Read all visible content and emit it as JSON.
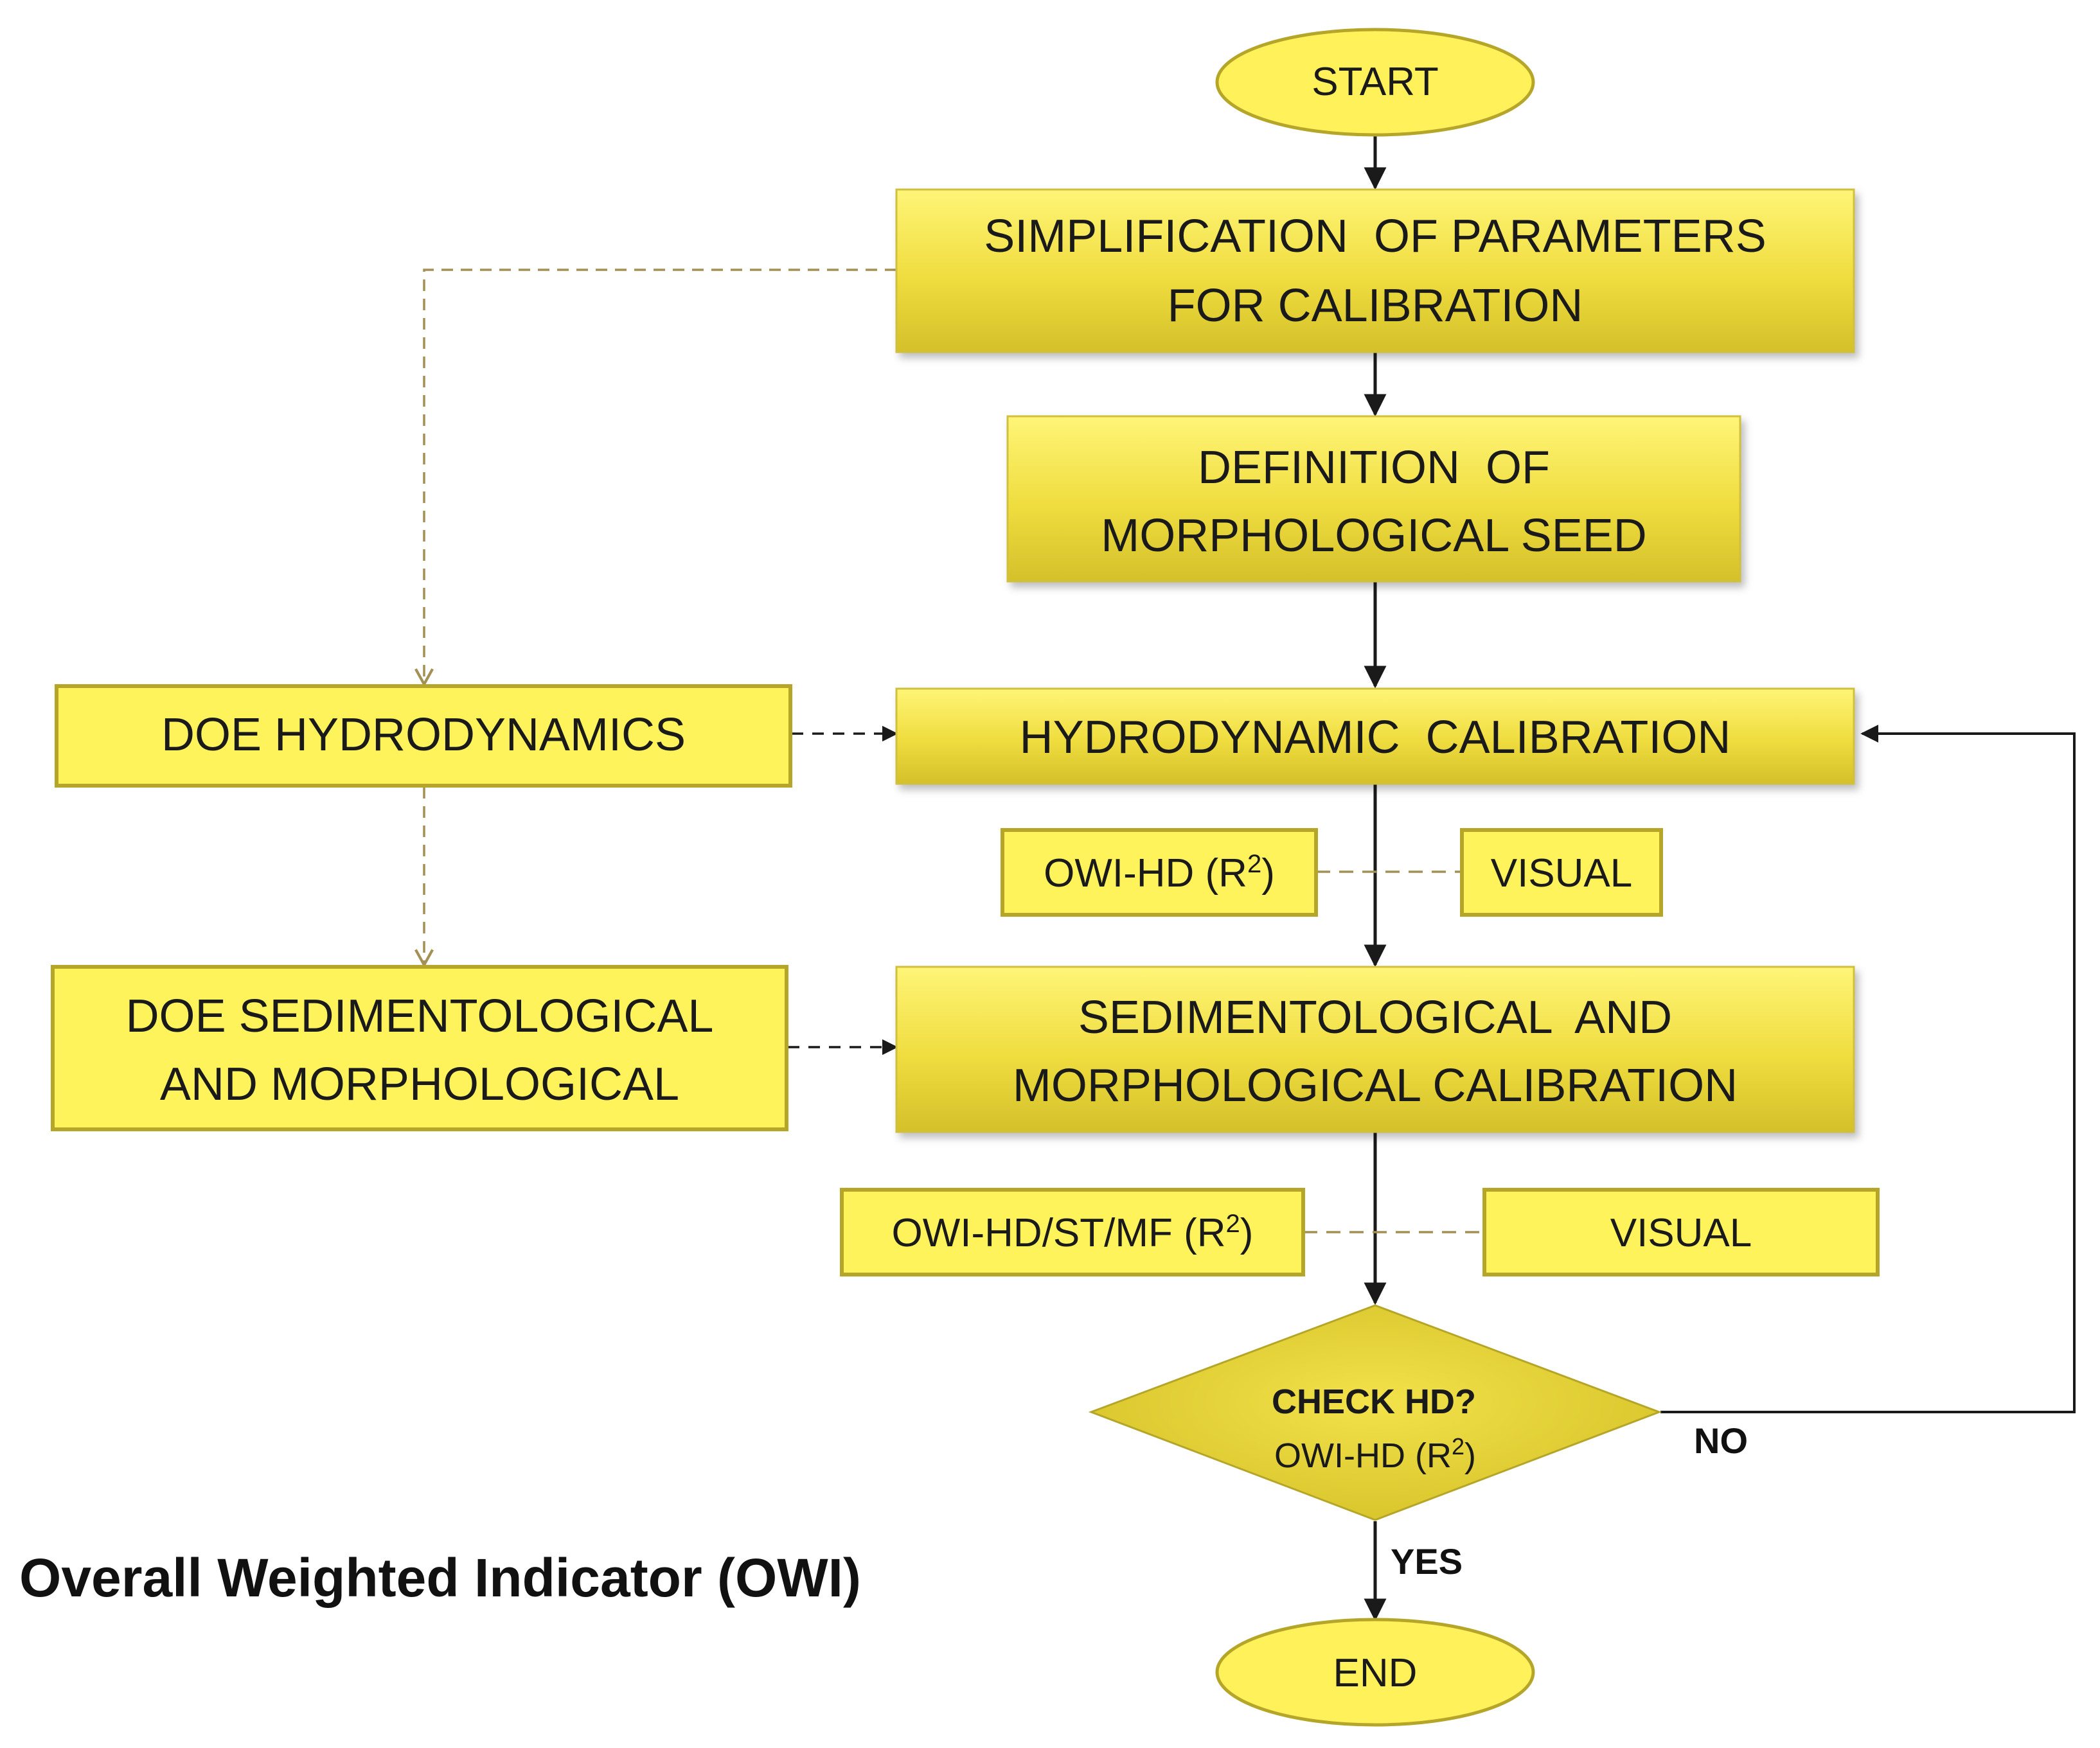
{
  "nodes": {
    "start": "START",
    "simplification": [
      "SIMPLIFICATION  OF PARAMETERS",
      "FOR CALIBRATION"
    ],
    "definition": [
      "DEFINITION  OF",
      "MORPHOLOGICAL SEED"
    ],
    "hydrodynamic": "HYDRODYNAMIC  CALIBRATION",
    "sedimentological": [
      "SEDIMENTOLOGICAL  AND",
      "MORPHOLOGICAL CALIBRATION"
    ],
    "doe_hydro": "DOE HYDRODYNAMICS",
    "doe_sed": [
      "DOE SEDIMENTOLOGICAL",
      "AND MORPHOLOGICAL"
    ],
    "owi_hd": {
      "base": "OWI-HD (R",
      "sup": "2",
      "tail": ")"
    },
    "visual_1": "VISUAL",
    "owi_hd_st_mf": {
      "base": "OWI-HD/ST/MF (R",
      "sup": "2",
      "tail": ")"
    },
    "visual_2": "VISUAL",
    "check": {
      "title": "CHECK HD?",
      "base": "OWI-HD (R",
      "sup": "2",
      "tail": ")"
    },
    "end": "END"
  },
  "edge_labels": {
    "no": "NO",
    "yes": "YES"
  },
  "caption": "Overall Weighted Indicator (OWI)",
  "colors": {
    "box_fill_light": "#fff15a",
    "box_fill_dark": "#d8c62a",
    "box_stroke": "#b5a62a",
    "side_box_fill": "#fff35c",
    "dashed_olive": "#a39055",
    "arrow": "#1a1a1a"
  }
}
